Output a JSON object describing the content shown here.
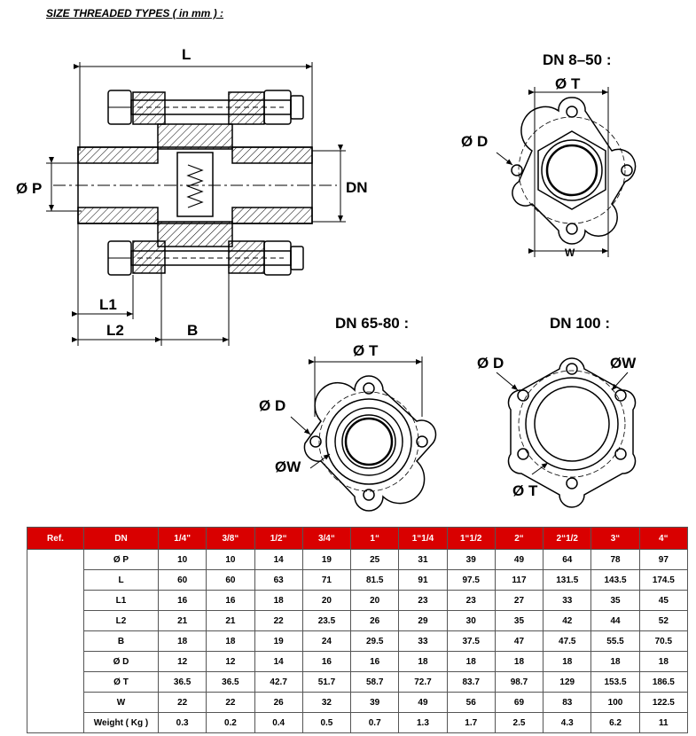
{
  "heading": "SIZE THREADED TYPES ( in mm ) :",
  "labels": {
    "L": "L",
    "DN": "DN",
    "P": "Ø P",
    "L1": "L1",
    "L2": "L2",
    "B": "B",
    "dn850": "DN 8–50 :",
    "dn6580": "DN 65-80 :",
    "dn100": "DN 100 :",
    "T": "Ø T",
    "D": "Ø D",
    "W": "W",
    "Wphi": "ØW"
  },
  "table": {
    "headers": [
      "Ref.",
      "DN",
      "1/4\"",
      "3/8“",
      "1/2“",
      "3/4“",
      "1“",
      "1“1/4",
      "1“1/2",
      "2“",
      "2“1/2",
      "3“",
      "4“"
    ],
    "rows": [
      {
        "label": "Ø P",
        "values": [
          "10",
          "10",
          "14",
          "19",
          "25",
          "31",
          "39",
          "49",
          "64",
          "78",
          "97"
        ]
      },
      {
        "label": "L",
        "values": [
          "60",
          "60",
          "63",
          "71",
          "81.5",
          "91",
          "97.5",
          "117",
          "131.5",
          "143.5",
          "174.5"
        ]
      },
      {
        "label": "L1",
        "values": [
          "16",
          "16",
          "18",
          "20",
          "20",
          "23",
          "23",
          "27",
          "33",
          "35",
          "45"
        ]
      },
      {
        "label": "L2",
        "values": [
          "21",
          "21",
          "22",
          "23.5",
          "26",
          "29",
          "30",
          "35",
          "42",
          "44",
          "52"
        ]
      },
      {
        "label": "B",
        "values": [
          "18",
          "18",
          "19",
          "24",
          "29.5",
          "33",
          "37.5",
          "47",
          "47.5",
          "55.5",
          "70.5"
        ]
      },
      {
        "label": "Ø D",
        "values": [
          "12",
          "12",
          "14",
          "16",
          "16",
          "18",
          "18",
          "18",
          "18",
          "18",
          "18"
        ]
      },
      {
        "label": "Ø T",
        "values": [
          "36.5",
          "36.5",
          "42.7",
          "51.7",
          "58.7",
          "72.7",
          "83.7",
          "98.7",
          "129",
          "153.5",
          "186.5"
        ]
      },
      {
        "label": "W",
        "values": [
          "22",
          "22",
          "26",
          "32",
          "39",
          "49",
          "56",
          "69",
          "83",
          "100",
          "122.5"
        ]
      },
      {
        "label": "Weight ( Kg )",
        "values": [
          "0.3",
          "0.2",
          "0.4",
          "0.5",
          "0.7",
          "1.3",
          "1.7",
          "2.5",
          "4.3",
          "6.2",
          "11"
        ]
      }
    ]
  }
}
